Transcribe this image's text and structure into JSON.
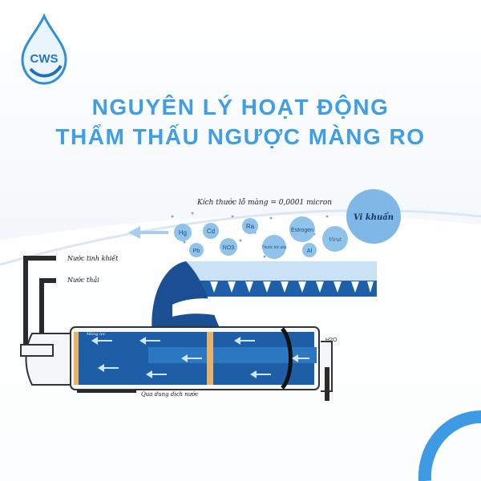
{
  "logo": {
    "text": "CWS",
    "icon": "water-drop-icon"
  },
  "title": {
    "line1": "NGUYÊN LÝ HOẠT ĐỘNG",
    "line2": "THẨM THẤU NGƯỢC MÀNG RO"
  },
  "diagram": {
    "pore_size": "Kích thước lỗ màng = 0,0001 micron",
    "particles": [
      "Hg",
      "Cd",
      "Ra",
      "Estrogen",
      "Pb",
      "NO3",
      "Thuốc trừ sâu",
      "Al",
      "Virut",
      "Vi khuẩn"
    ],
    "labels": {
      "pure_water": "Nước tinh khiết",
      "waste_water": "Nước thải",
      "inlet_water": "Qua dung dịch nước",
      "h2o": "H2O",
      "filter": "Màng lọc"
    }
  },
  "colors": {
    "title": "#3f9ee6",
    "membrane": "#1d5fa8",
    "bubble": "#8fc3ea"
  }
}
